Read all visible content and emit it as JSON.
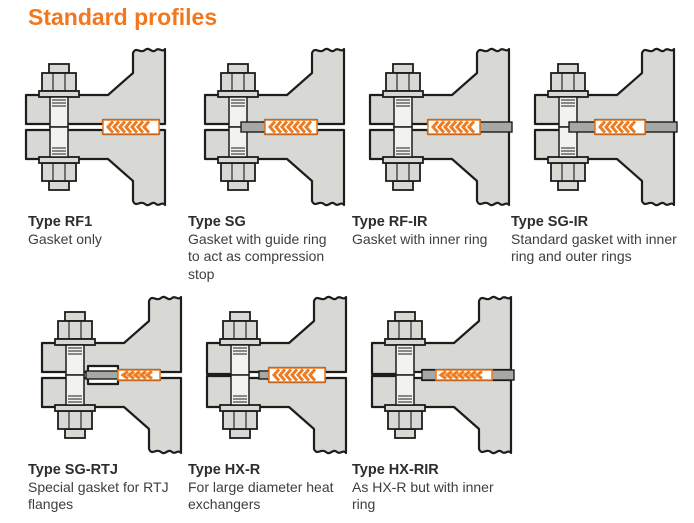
{
  "page": {
    "title": "Standard profiles"
  },
  "colors": {
    "title_orange": "#f4771c",
    "gasket_orange": "#f07c22",
    "flange_gray": "#d8d9d4",
    "ring_gray": "#a7a8a3",
    "outline_black": "#1d1d1b",
    "text_dark": "#3e3e3e"
  },
  "profiles": [
    {
      "id": "rf1",
      "name": "Type RF1",
      "description": "Gasket only",
      "style": "rf1",
      "diagram": "bolted-flange-cross-section",
      "gasket_elements": [
        "gasket"
      ]
    },
    {
      "id": "sg",
      "name": "Type SG",
      "description": "Gasket with guide ring to act as compression stop",
      "style": "sg",
      "diagram": "bolted-flange-cross-section",
      "gasket_elements": [
        "guide ring",
        "gasket"
      ]
    },
    {
      "id": "rf-ir",
      "name": "Type RF-IR",
      "description": "Gasket with inner ring",
      "style": "rfir",
      "diagram": "bolted-flange-cross-section",
      "gasket_elements": [
        "gasket",
        "inner ring"
      ]
    },
    {
      "id": "sg-ir",
      "name": "Type SG-IR",
      "description": "Standard gasket with inner ring and outer rings",
      "style": "sgir",
      "diagram": "bolted-flange-cross-section",
      "gasket_elements": [
        "outer ring",
        "gasket",
        "inner ring"
      ]
    },
    {
      "id": "sg-rtj",
      "name": "Type SG-RTJ",
      "description": "Special gasket for RTJ flanges",
      "style": "sgrtj",
      "diagram": "bolted-flange-cross-section",
      "gasket_elements": [
        "RTJ ring",
        "gasket"
      ]
    },
    {
      "id": "hx-r",
      "name": "Type HX-R",
      "description": "For large diameter heat exchangers",
      "style": "hxr",
      "diagram": "bolted-flange-cross-section",
      "gasket_elements": [
        "guide ring",
        "gasket"
      ]
    },
    {
      "id": "hx-rir",
      "name": "Type HX-RIR",
      "description": "As HX-R but with inner ring",
      "style": "hxrir",
      "diagram": "bolted-flange-cross-section",
      "gasket_elements": [
        "gasket",
        "inner ring"
      ]
    }
  ]
}
